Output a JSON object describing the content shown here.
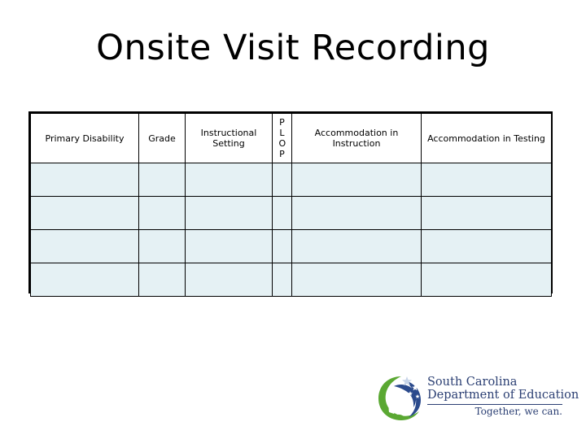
{
  "slide": {
    "title": "Onsite Visit Recording"
  },
  "table": {
    "headers": [
      "Primary Disability",
      "Grade",
      "Instructional Setting",
      "PLOP",
      "Accommodation in Instruction",
      "Accommodation in Testing"
    ],
    "rows": [
      [
        "",
        "",
        "",
        "",
        "",
        ""
      ],
      [
        "",
        "",
        "",
        "",
        "",
        ""
      ],
      [
        "",
        "",
        "",
        "",
        "",
        ""
      ],
      [
        "",
        "",
        "",
        "",
        "",
        ""
      ]
    ]
  },
  "logo": {
    "line1": "South Carolina",
    "line2": "Department of Education",
    "tagline": "Together, we can.",
    "colors": {
      "text": "#2b3f73",
      "green": "#5aa832",
      "blue": "#2b4a8c"
    }
  },
  "colors": {
    "cell_fill": "#e5f1f4",
    "border": "#000000"
  }
}
